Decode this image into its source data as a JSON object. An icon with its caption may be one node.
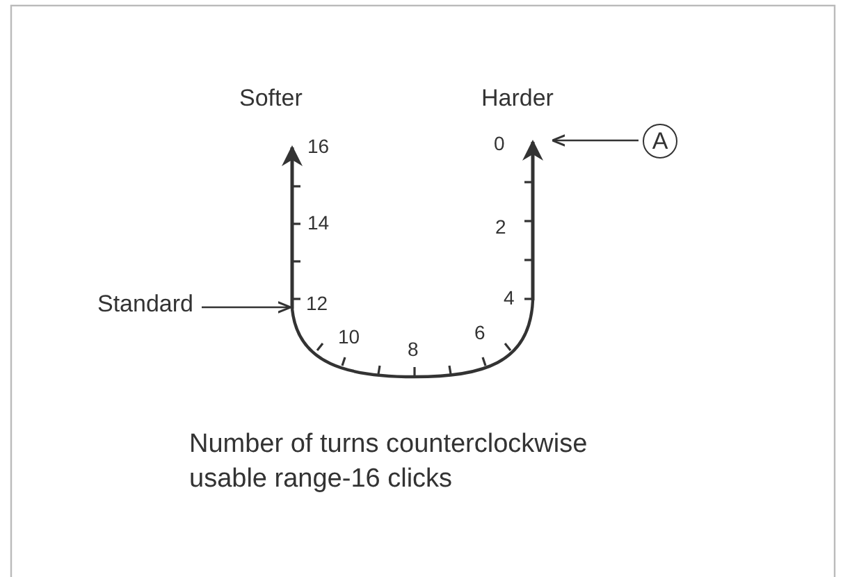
{
  "diagram": {
    "caption": "Number of turns counterclockwise usable range-16 clicks",
    "nodes": [
      {
        "text": [
          "Standard"
        ]
      },
      {
        "text": [
          "A"
        ]
      },
      {
        "text": [],
        "shape": "picture"
      }
    ],
    "edges": [
      {
        "from": 0,
        "to": 2,
        "arrow": "to"
      },
      {
        "from": 1,
        "to": 2,
        "arrow": "to"
      }
    ],
    "labels": [
      "Softer",
      "Harder",
      "16",
      "0",
      "14",
      "2",
      "12",
      "4",
      "10",
      "6",
      "8"
    ]
  }
}
